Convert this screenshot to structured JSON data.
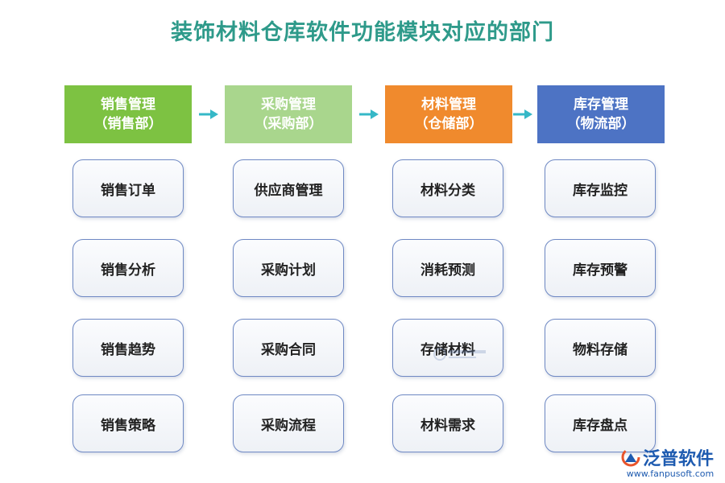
{
  "title": "装饰材料仓库软件功能模块对应的部门",
  "columns": [
    {
      "name": "销售管理",
      "dept": "（销售部）",
      "color": "#7dc242",
      "modules": [
        "销售订单",
        "销售分析",
        "销售趋势",
        "销售策略"
      ]
    },
    {
      "name": "采购管理",
      "dept": "（采购部）",
      "color": "#a9d68d",
      "modules": [
        "供应商管理",
        "采购计划",
        "采购合同",
        "采购流程"
      ]
    },
    {
      "name": "材料管理",
      "dept": "（仓储部）",
      "color": "#f08a2d",
      "modules": [
        "材料分类",
        "消耗预测",
        "存储材料",
        "材料需求"
      ]
    },
    {
      "name": "库存管理",
      "dept": "（物流部）",
      "color": "#4d73c4",
      "modules": [
        "库存监控",
        "库存预警",
        "物料存储",
        "库存盘点"
      ]
    }
  ],
  "arrow_color": "#36b8c7",
  "box_border_color": "#6f89c4",
  "logo": {
    "name": "泛普软件",
    "url": "www.fanpusoft.com",
    "color": "#1e5bb0"
  },
  "watermark_text": "泛普软件"
}
